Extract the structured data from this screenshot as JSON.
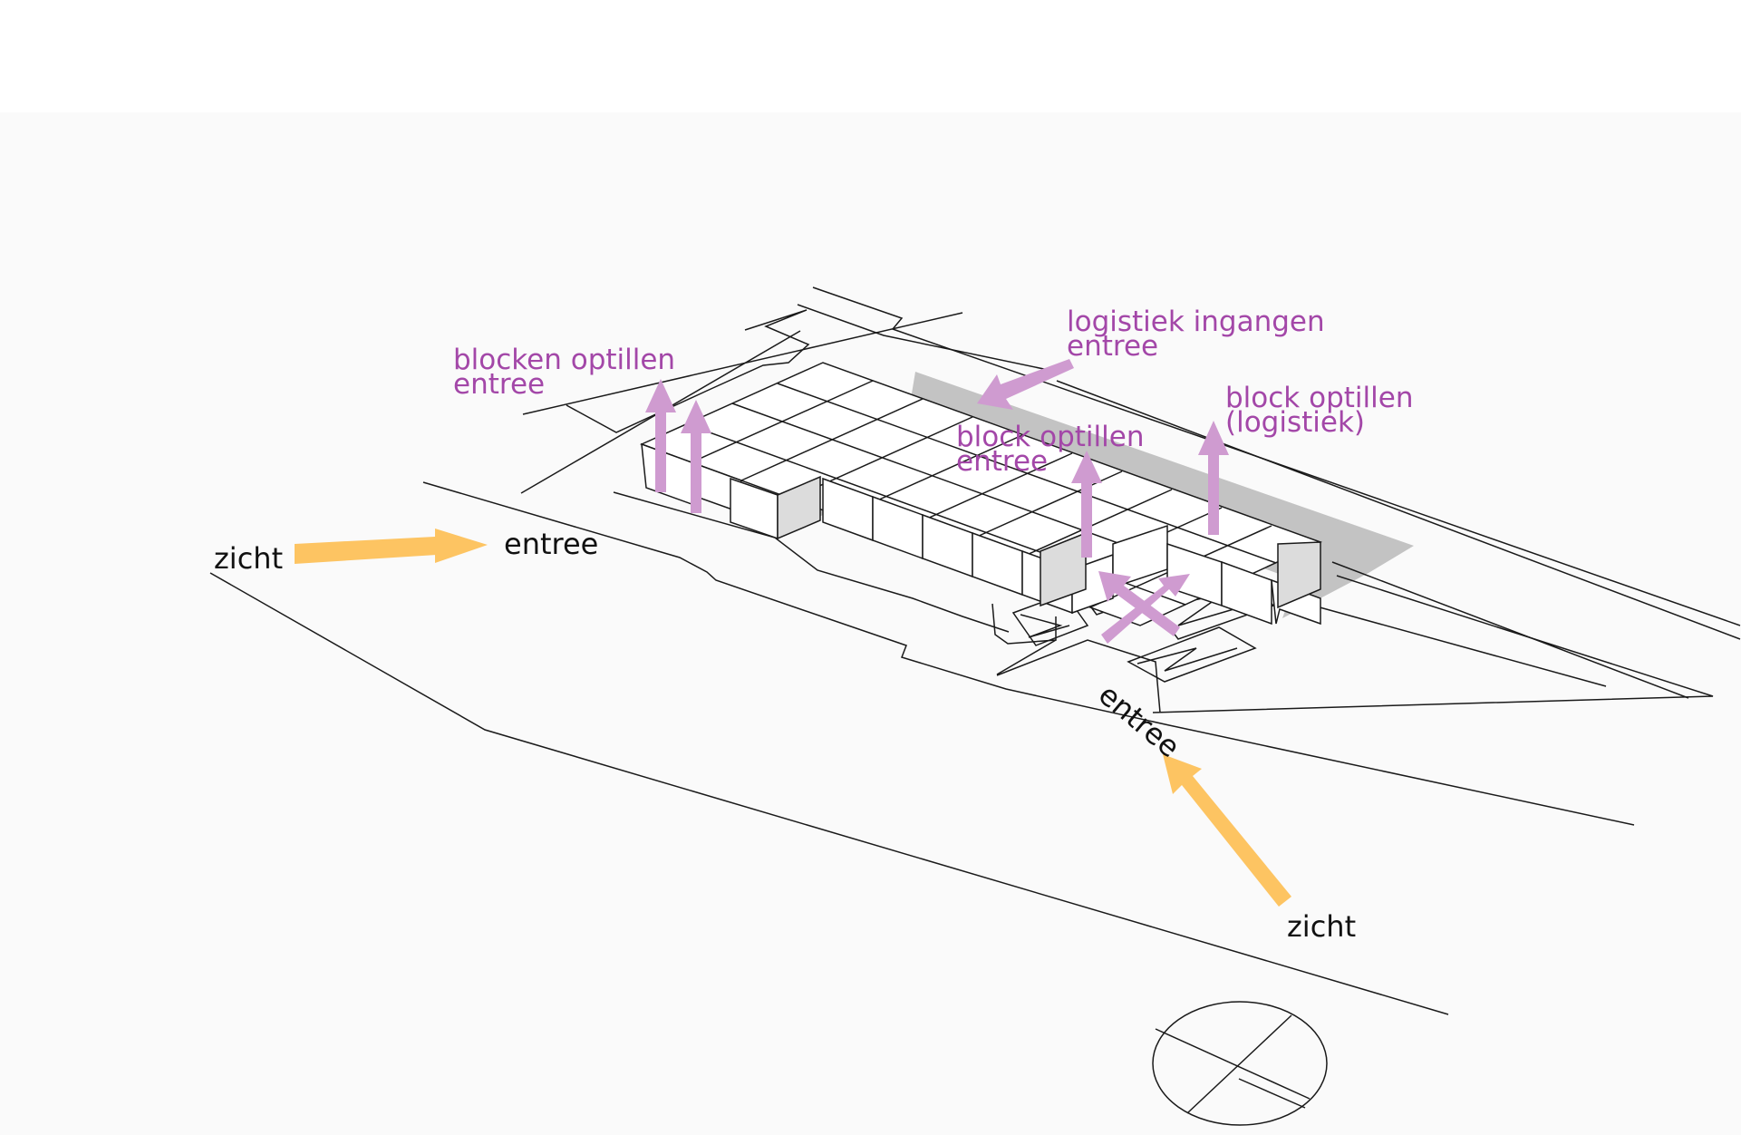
{
  "labels": {
    "zicht_left": "zicht",
    "entree_left": "entree",
    "blocken_optillen": "blocken optillen",
    "blocken_optillen_entree": "entree",
    "logistiek_ingangen": "logistiek ingangen",
    "logistiek_ingangen_entree": "entree",
    "block_optillen_logistiek_1": "block optillen",
    "block_optillen_logistiek_2": "(logistiek)",
    "block_optillen_entree_1": "block optillen",
    "block_optillen_entree_2": "entree",
    "entree_bottom": "entree",
    "zicht_bottom": "zicht"
  },
  "colors": {
    "annotation_purple": "#a347a8",
    "arrow_purple": "#cf9bd0",
    "arrow_orange": "#fdc462",
    "shadow_gray": "#c3c3c3",
    "background": "#fafafa"
  }
}
